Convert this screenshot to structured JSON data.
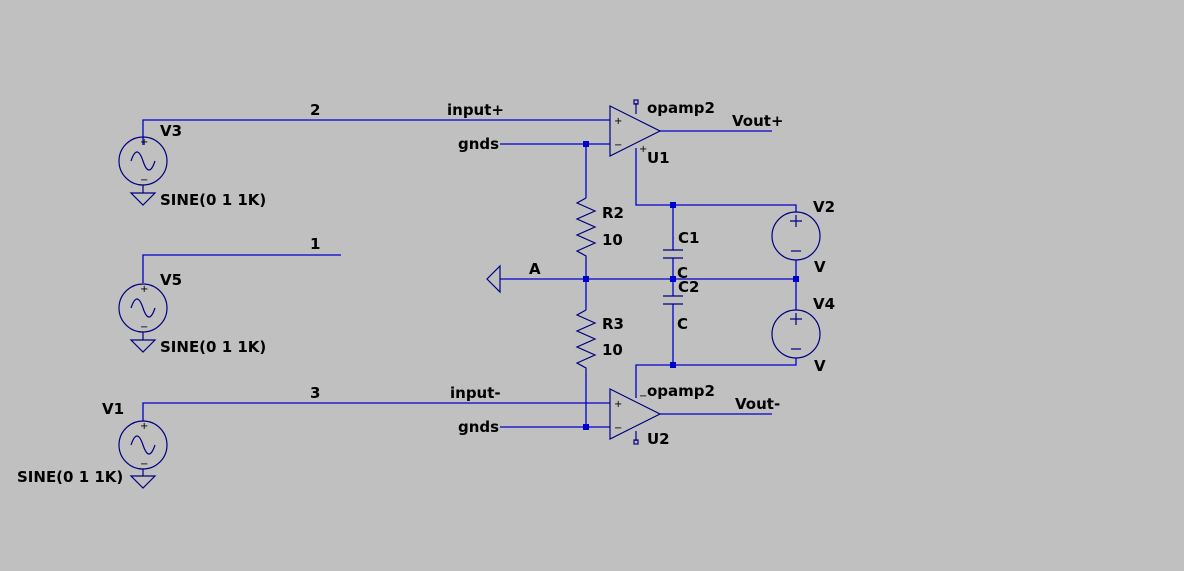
{
  "schematic": {
    "nets": {
      "n2": "2",
      "n1": "1",
      "n3": "3",
      "input_plus": "input+",
      "input_minus": "input-",
      "gnds_top": "gnds",
      "gnds_bottom": "gnds",
      "node_a": "A",
      "vout_plus": "Vout+",
      "vout_minus": "Vout-"
    },
    "sources": {
      "v3": {
        "name": "V3",
        "value": "SINE(0 1 1K)"
      },
      "v5": {
        "name": "V5",
        "value": "SINE(0 1 1K)"
      },
      "v1": {
        "name": "V1",
        "value": "SINE(0 1 1K)"
      },
      "v2": {
        "name": "V2",
        "value": "V"
      },
      "v4": {
        "name": "V4",
        "value": "V"
      }
    },
    "resistors": {
      "r2": {
        "name": "R2",
        "value": "10"
      },
      "r3": {
        "name": "R3",
        "value": "10"
      }
    },
    "capacitors": {
      "c1": {
        "name": "C1",
        "value": "C"
      },
      "c2": {
        "name": "C2",
        "value": "C"
      }
    },
    "opamps": {
      "u1": {
        "name": "U1",
        "model": "opamp2"
      },
      "u2": {
        "name": "U2",
        "model": "opamp2"
      }
    },
    "pin_signs": {
      "plus": "+",
      "minus": "−"
    }
  },
  "colors": {
    "background": "#c0c0c0",
    "wire": "#0000cc",
    "component": "#000080",
    "text": "#000000"
  }
}
